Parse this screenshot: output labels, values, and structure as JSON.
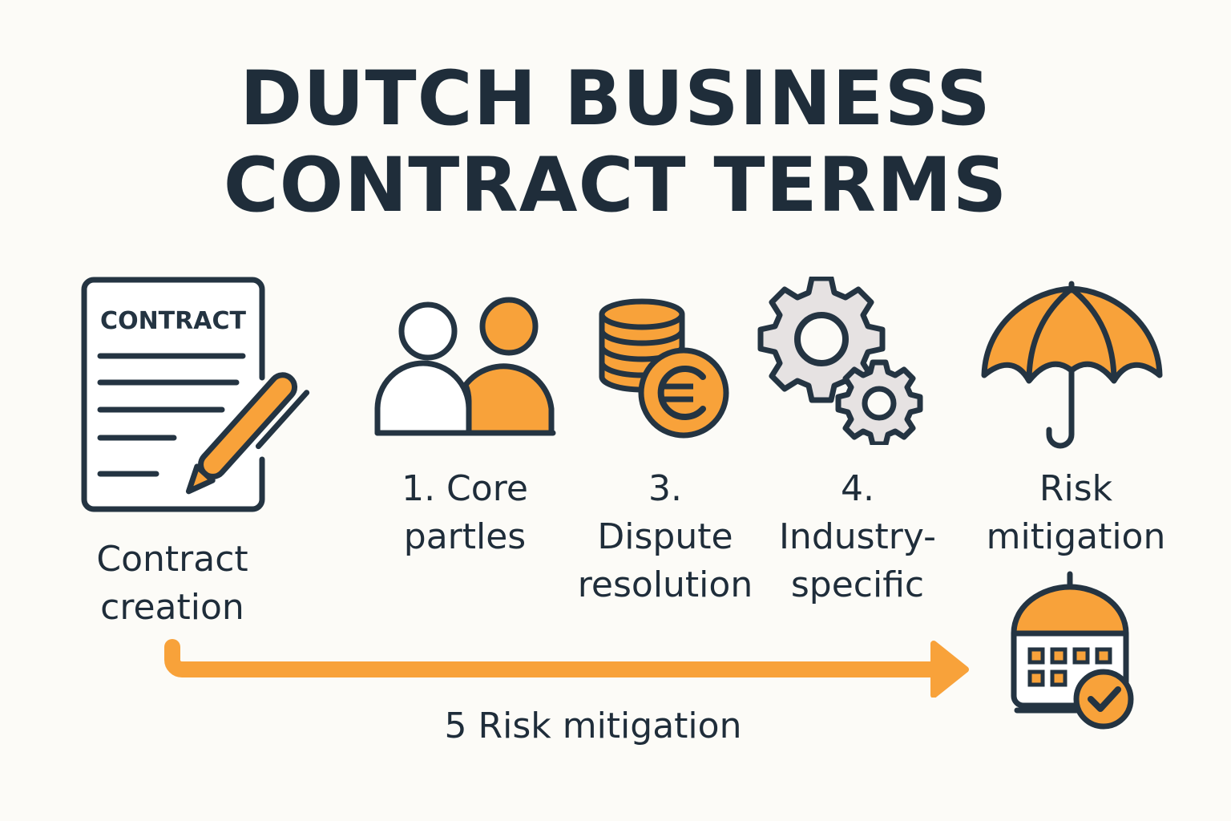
{
  "title": {
    "line1": "DUTCH BUSINESS",
    "line2": "CONTRACT TERMS"
  },
  "colors": {
    "accent": "#f8a23a",
    "outline": "#243442",
    "text": "#1f2d3a",
    "gear_fill": "#e6e2e2",
    "background": "#fcfbf7"
  },
  "steps": [
    {
      "icon": "contract-document-pen-icon",
      "doc_heading": "CONTRACT",
      "line1": "Contract",
      "line2": "creation"
    },
    {
      "icon": "two-people-icon",
      "line1": "1. Core",
      "line2": "partles"
    },
    {
      "icon": "euro-coins-icon",
      "line1": "3.",
      "line2": "Dispute",
      "line3": "resolution"
    },
    {
      "icon": "gears-icon",
      "line1": "4.",
      "line2": "Industry-",
      "line3": "specific"
    },
    {
      "icon": "umbrella-icon",
      "line1": "Risk",
      "line2": "mitigation"
    }
  ],
  "flow": {
    "arrow_icon": "right-arrow-icon",
    "label": "5 Risk mitigation",
    "end_icon": "calendar-check-icon"
  }
}
